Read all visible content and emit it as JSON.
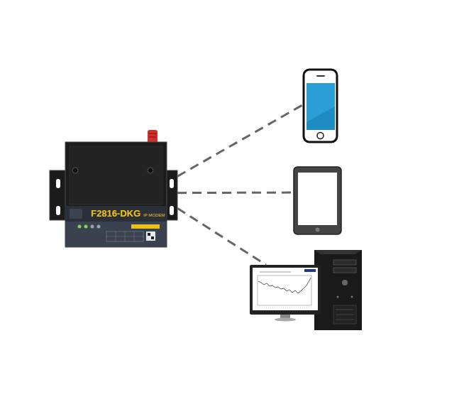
{
  "diagram": {
    "nodes": [
      {
        "text": [
          "F2816-DKG",
          "IP MODEM"
        ]
      },
      {
        "text": []
      },
      {
        "text": []
      },
      {
        "text": []
      }
    ],
    "edges": [
      {
        "from": 0,
        "to": 1,
        "arrow": "none"
      },
      {
        "from": 0,
        "to": 2,
        "arrow": "none"
      },
      {
        "from": 0,
        "to": 3,
        "arrow": "none"
      }
    ]
  }
}
